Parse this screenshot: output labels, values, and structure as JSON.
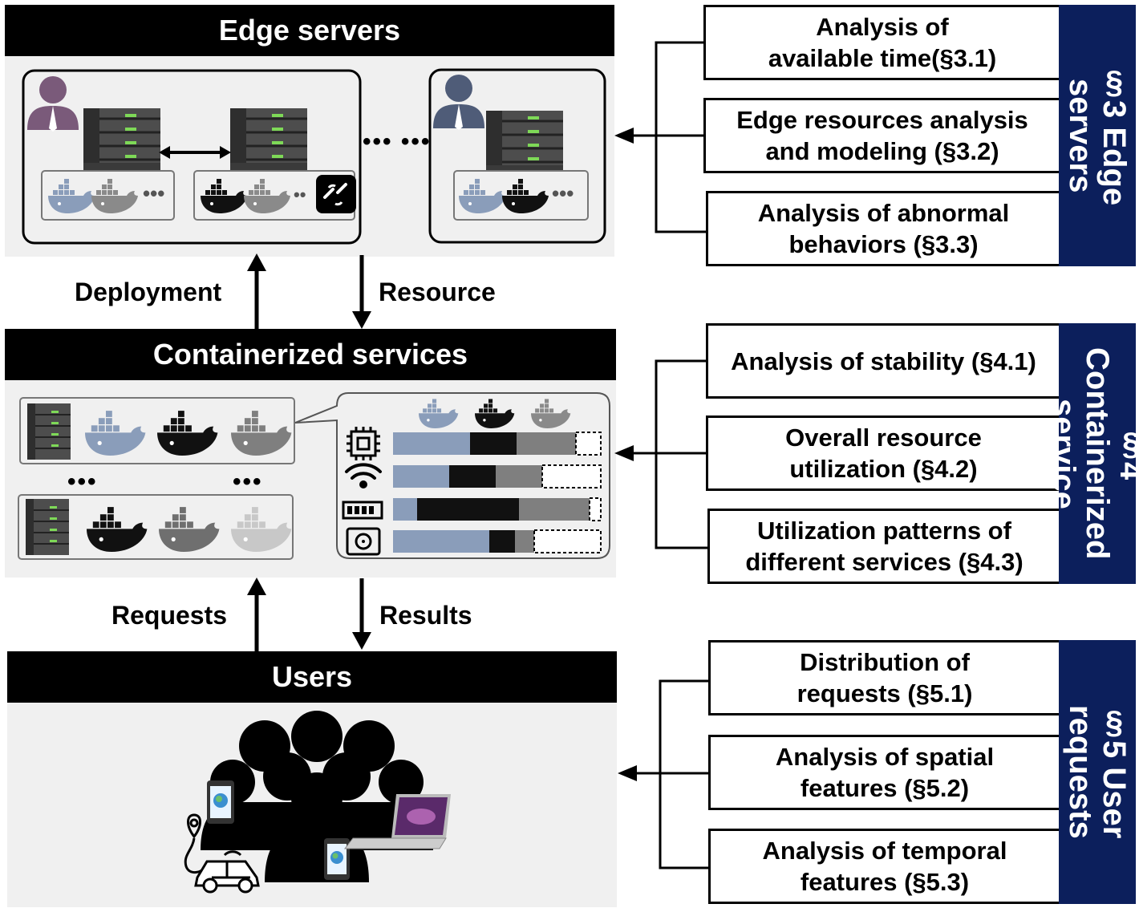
{
  "layers": {
    "edge_servers": {
      "title": "Edge servers"
    },
    "containerized_services": {
      "title": "Containerized services"
    },
    "users": {
      "title": "Users"
    }
  },
  "flows": {
    "deployment": "Deployment",
    "resource": "Resource",
    "requests": "Requests",
    "results": "Results"
  },
  "sections": [
    {
      "tab": "§3 Edge servers",
      "items": [
        "Analysis of\navailable time(§3.1)",
        "Edge resources analysis\nand modeling (§3.2)",
        "Analysis of abnormal\nbehaviors (§3.3)"
      ]
    },
    {
      "tab": "§4 Containerized\nservice",
      "items": [
        "Analysis of stability (§4.1)",
        "Overall resource\nutilization (§4.2)",
        "Utilization patterns of\ndifferent services (§4.3)"
      ]
    },
    {
      "tab": "§5 User requests",
      "items": [
        "Distribution of\nrequests (§5.1)",
        "Analysis of spatial\nfeatures (§5.2)",
        "Analysis of temporal\nfeatures (§5.3)"
      ]
    }
  ],
  "ellipses": {
    "servers": "••• •••",
    "row": "•••",
    "containers": "•••"
  },
  "resource_icons": [
    "cpu-icon",
    "wifi-icon",
    "memory-icon",
    "disk-icon"
  ],
  "colors": {
    "navy": "#0c1f5c",
    "container_blue": "#8a9dba",
    "container_gray": "#7f7f7f",
    "container_black": "#111111",
    "user_purple": "#7a5a7a",
    "user_slate": "#4f5c78"
  }
}
